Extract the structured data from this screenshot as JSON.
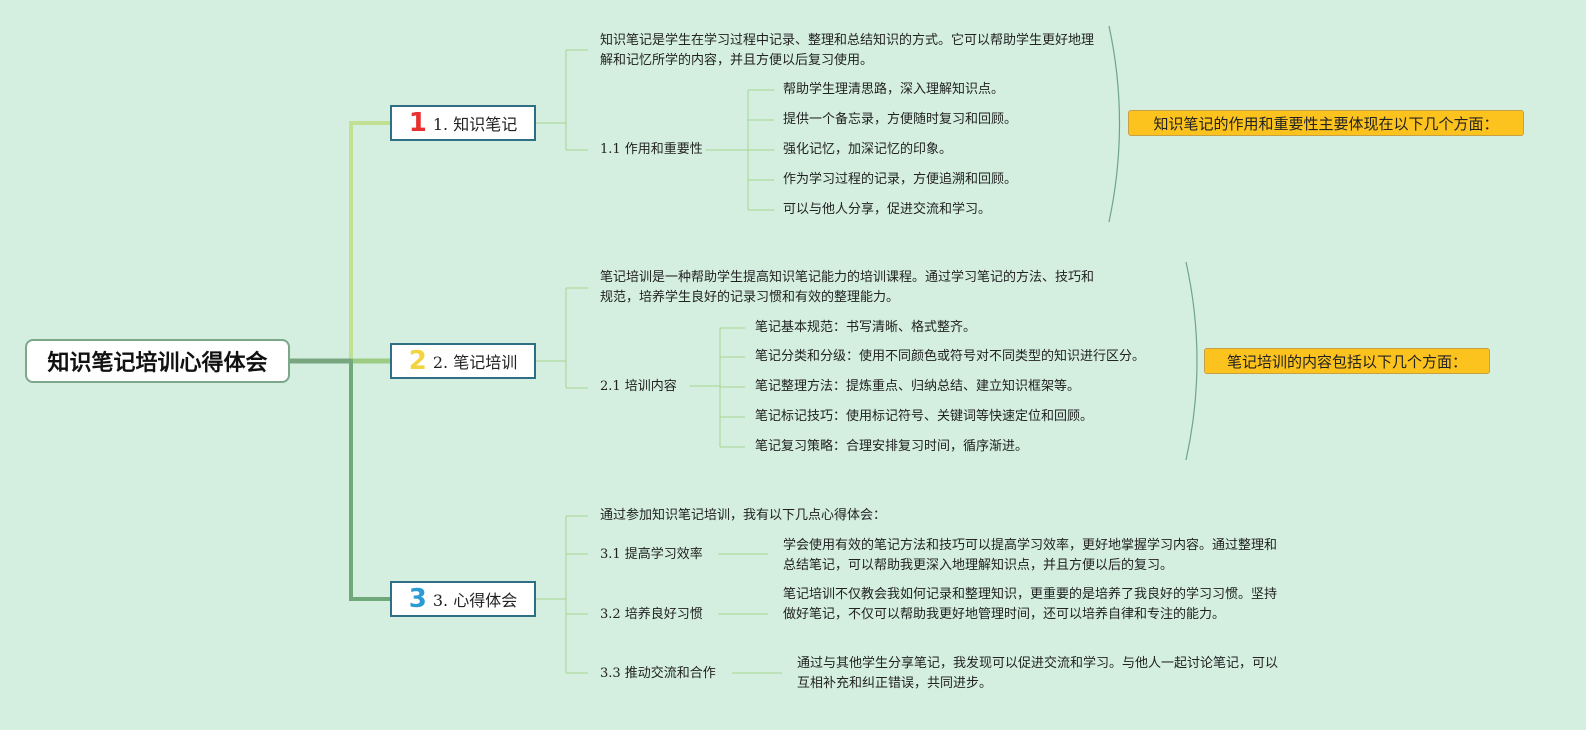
{
  "root": {
    "title": "知识笔记培训心得体会"
  },
  "branches": [
    {
      "number": "1",
      "label": "1. 知识笔记",
      "number_color": "#e8312f",
      "intro": "知识笔记是学生在学习过程中记录、整理和总结知识的方式。它可以帮助学生更好地理解和记忆所学的内容，并且方便以后复习使用。",
      "subtopic": "1.1 作用和重要性",
      "items": [
        "帮助学生理清思路，深入理解知识点。",
        "提供一个备忘录，方便随时复习和回顾。",
        "强化记忆，加深记忆的印象。",
        "作为学习过程的记录，方便追溯和回顾。",
        "可以与他人分享，促进交流和学习。"
      ],
      "callout": "知识笔记的作用和重要性主要体现在以下几个方面："
    },
    {
      "number": "2",
      "label": "2. 笔记培训",
      "number_color": "#f3d43f",
      "intro": "笔记培训是一种帮助学生提高知识笔记能力的培训课程。通过学习笔记的方法、技巧和规范，培养学生良好的记录习惯和有效的整理能力。",
      "subtopic": "2.1 培训内容",
      "items": [
        "笔记基本规范：书写清晰、格式整齐。",
        "笔记分类和分级：使用不同颜色或符号对不同类型的知识进行区分。",
        "笔记整理方法：提炼重点、归纳总结、建立知识框架等。",
        "笔记标记技巧：使用标记符号、关键词等快速定位和回顾。",
        "笔记复习策略：合理安排复习时间，循序渐进。"
      ],
      "callout": "笔记培训的内容包括以下几个方面："
    },
    {
      "number": "3",
      "label": "3. 心得体会",
      "number_color": "#2b9bd6",
      "intro": "通过参加知识笔记培训，我有以下几点心得体会：",
      "subtopics": [
        {
          "label": "3.1 提高学习效率",
          "text": "学会使用有效的笔记方法和技巧可以提高学习效率，更好地掌握学习内容。通过整理和总结笔记，可以帮助我更深入地理解知识点，并且方便以后的复习。"
        },
        {
          "label": "3.2 培养良好习惯",
          "text": "笔记培训不仅教会我如何记录和整理知识，更重要的是培养了我良好的学习习惯。坚持做好笔记，不仅可以帮助我更好地管理时间，还可以培养自律和专注的能力。"
        },
        {
          "label": "3.3 推动交流和合作",
          "text": "通过与其他学生分享笔记，我发现可以促进交流和学习。与他人一起讨论笔记，可以互相补充和纠正错误，共同进步。"
        }
      ]
    }
  ]
}
